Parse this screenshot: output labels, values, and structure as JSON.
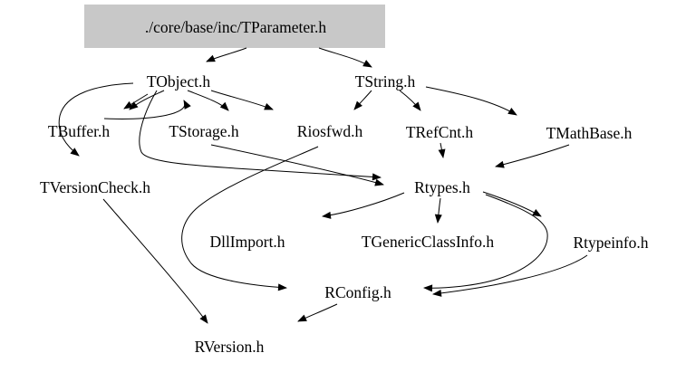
{
  "diagram": {
    "type": "include-dependency-graph",
    "root": {
      "label": "./core/base/inc/TParameter.h"
    },
    "colors": {
      "background": "#ffffff",
      "root_box_fill": "#c8c8c8",
      "edge_color": "#000000",
      "text_color": "#000000"
    },
    "nodes": [
      {
        "id": "TParameter",
        "label": "./core/base/inc/TParameter.h"
      },
      {
        "id": "TObject",
        "label": "TObject.h"
      },
      {
        "id": "TString",
        "label": "TString.h"
      },
      {
        "id": "TBuffer",
        "label": "TBuffer.h"
      },
      {
        "id": "TStorage",
        "label": "TStorage.h"
      },
      {
        "id": "Riosfwd",
        "label": "Riosfwd.h"
      },
      {
        "id": "TRefCnt",
        "label": "TRefCnt.h"
      },
      {
        "id": "TMathBase",
        "label": "TMathBase.h"
      },
      {
        "id": "TVersionCheck",
        "label": "TVersionCheck.h"
      },
      {
        "id": "Rtypes",
        "label": "Rtypes.h"
      },
      {
        "id": "DllImport",
        "label": "DllImport.h"
      },
      {
        "id": "TGenericClassInfo",
        "label": "TGenericClassInfo.h"
      },
      {
        "id": "Rtypeinfo",
        "label": "Rtypeinfo.h"
      },
      {
        "id": "RConfig",
        "label": "RConfig.h"
      },
      {
        "id": "RVersion",
        "label": "RVersion.h"
      }
    ],
    "edges": [
      {
        "from": "TParameter",
        "to": "TObject"
      },
      {
        "from": "TParameter",
        "to": "TString"
      },
      {
        "from": "TObject",
        "to": "TBuffer"
      },
      {
        "from": "TBuffer",
        "to": "TObject"
      },
      {
        "from": "TObject",
        "to": "TStorage"
      },
      {
        "from": "TObject",
        "to": "Riosfwd"
      },
      {
        "from": "TObject",
        "to": "TVersionCheck"
      },
      {
        "from": "TObject",
        "to": "Rtypes"
      },
      {
        "from": "TStorage",
        "to": "Rtypes"
      },
      {
        "from": "TString",
        "to": "Riosfwd"
      },
      {
        "from": "TString",
        "to": "TRefCnt"
      },
      {
        "from": "TString",
        "to": "TMathBase"
      },
      {
        "from": "TRefCnt",
        "to": "Rtypes"
      },
      {
        "from": "TMathBase",
        "to": "Rtypes"
      },
      {
        "from": "Rtypes",
        "to": "DllImport"
      },
      {
        "from": "Rtypes",
        "to": "TGenericClassInfo"
      },
      {
        "from": "Rtypes",
        "to": "Rtypeinfo"
      },
      {
        "from": "Rtypes",
        "to": "RConfig"
      },
      {
        "from": "Rtypeinfo",
        "to": "RConfig"
      },
      {
        "from": "Riosfwd",
        "to": "RConfig"
      },
      {
        "from": "RConfig",
        "to": "RVersion"
      },
      {
        "from": "TVersionCheck",
        "to": "RVersion"
      }
    ]
  }
}
